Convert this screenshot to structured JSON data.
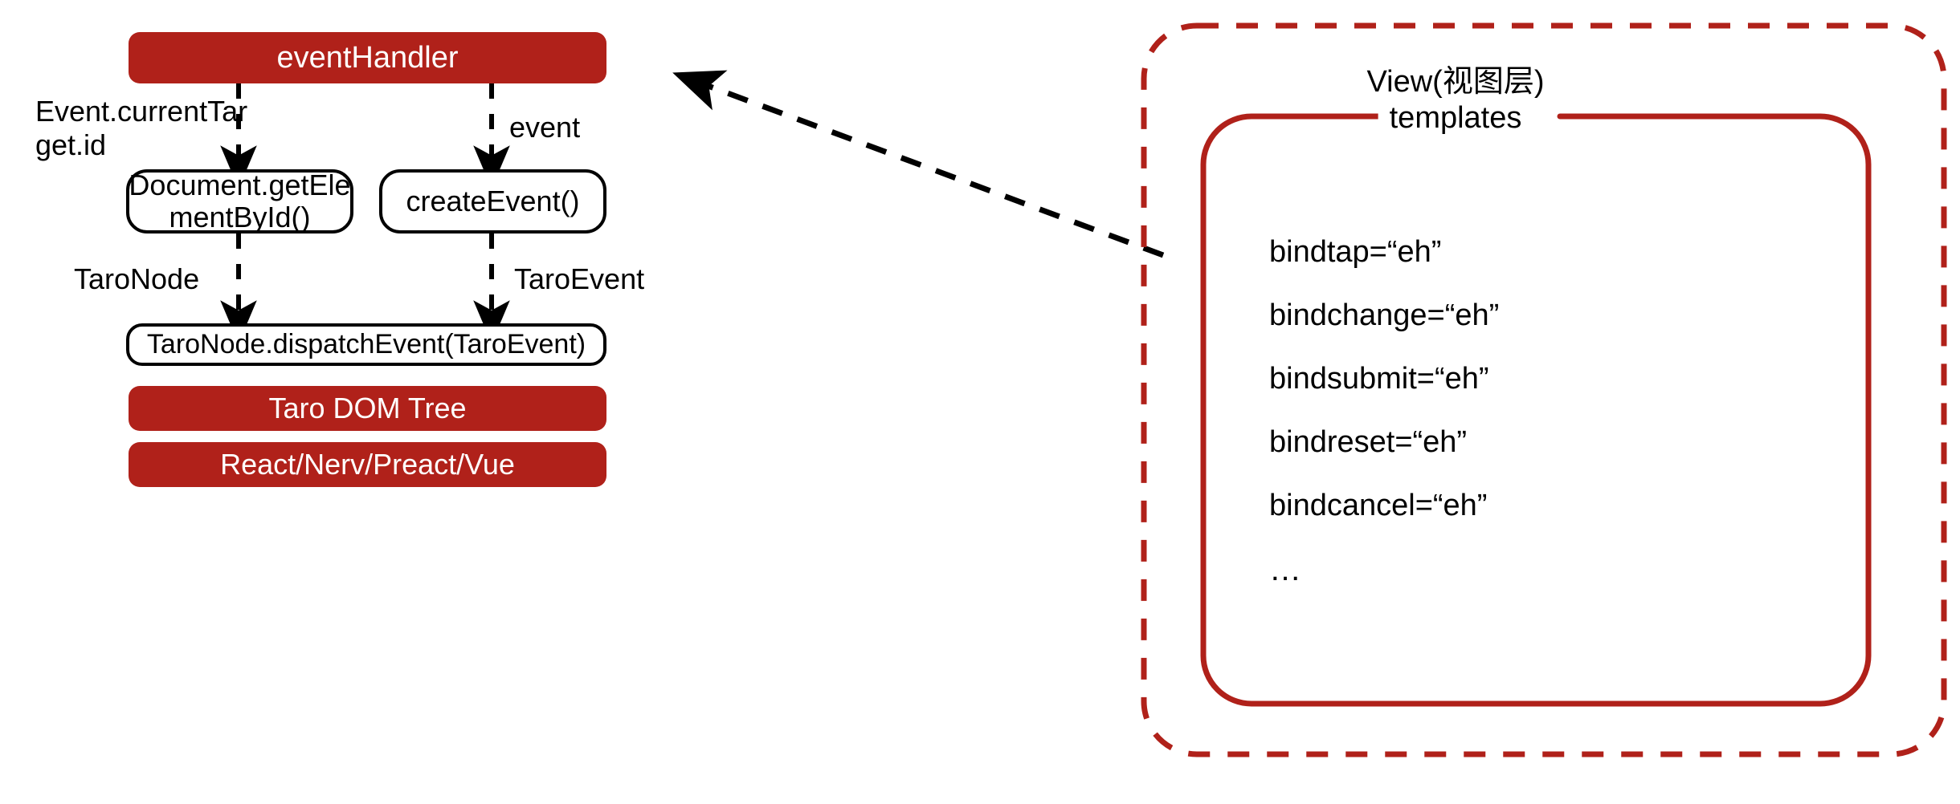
{
  "diagram": {
    "title": "Taro event handling flow",
    "colors": {
      "accent_red": "#b0211a",
      "outline_black": "#000000",
      "background": "#ffffff"
    }
  },
  "left_flow": {
    "event_handler": {
      "label": "eventHandler"
    },
    "branch_left": {
      "edge_label": "Event.currentTar\nget.id",
      "box_label": "Document.getEle\nmentById()",
      "result_label": "TaroNode"
    },
    "branch_right": {
      "edge_label": "event",
      "box_label": "createEvent()",
      "result_label": "TaroEvent"
    },
    "dispatch": {
      "label": "TaroNode.dispatchEvent(TaroEvent)"
    },
    "layers": [
      {
        "label": "Taro DOM Tree"
      },
      {
        "label": "React/Nerv/Preact/Vue"
      }
    ]
  },
  "right_panel": {
    "title": "View(视图层)",
    "group_legend": "templates",
    "bindings": [
      "bindtap=“eh”",
      "bindchange=“eh”",
      "bindsubmit=“eh”",
      "bindreset=“eh”",
      "bindcancel=“eh”",
      "…"
    ]
  }
}
